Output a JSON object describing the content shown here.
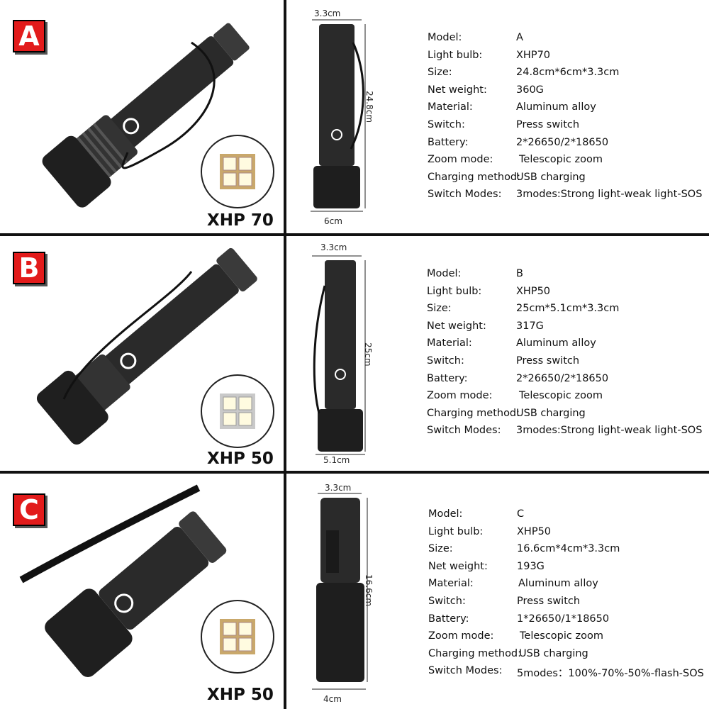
{
  "colors": {
    "badge": "#e21b1b",
    "divider": "#111111",
    "body_metal": "#2a2a2a"
  },
  "products": [
    {
      "badge": "A",
      "bulb_label": "XHP 70",
      "dim_top": "3.3cm",
      "dim_side": "24.8cm",
      "dim_bottom": "6cm",
      "specs": [
        {
          "key": "Model:",
          "value": "A"
        },
        {
          "key": "Light bulb:",
          "value": "XHP70"
        },
        {
          "key": "Size:",
          "value": "24.8cm*6cm*3.3cm"
        },
        {
          "key": "Net weight:",
          "value": "360G"
        },
        {
          "key": "Material:",
          "value": "Aluminum alloy"
        },
        {
          "key": "Switch:",
          "value": "Press switch"
        },
        {
          "key": "Battery:",
          "value": "2*26650/2*18650"
        },
        {
          "key": "Zoom mode:",
          "value": "Telescopic zoom"
        },
        {
          "key": "Charging method:",
          "value": "USB charging"
        },
        {
          "key": "Switch Modes:",
          "value": "3modes:Strong light-weak light-SOS"
        }
      ]
    },
    {
      "badge": "B",
      "bulb_label": "XHP 50",
      "dim_top": "3.3cm",
      "dim_side": "25cm",
      "dim_bottom": "5.1cm",
      "specs": [
        {
          "key": "Model:",
          "value": "B"
        },
        {
          "key": "Light bulb:",
          "value": "XHP50"
        },
        {
          "key": "Size:",
          "value": "25cm*5.1cm*3.3cm"
        },
        {
          "key": "Net weight:",
          "value": "317G"
        },
        {
          "key": "Material:",
          "value": "Aluminum alloy"
        },
        {
          "key": "Switch:",
          "value": "Press switch"
        },
        {
          "key": "Battery:",
          "value": "2*26650/2*18650"
        },
        {
          "key": "Zoom mode:",
          "value": "Telescopic zoom"
        },
        {
          "key": "Charging method:",
          "value": "USB charging"
        },
        {
          "key": "Switch Modes:",
          "value": "3modes:Strong light-weak light-SOS"
        }
      ]
    },
    {
      "badge": "C",
      "bulb_label": "XHP 50",
      "dim_top": "3.3cm",
      "dim_side": "16.6cm",
      "dim_bottom": "4cm",
      "specs": [
        {
          "key": "Model:",
          "value": "C"
        },
        {
          "key": "Light bulb:",
          "value": "XHP50"
        },
        {
          "key": "Size:",
          "value": "16.6cm*4cm*3.3cm"
        },
        {
          "key": "Net weight:",
          "value": "193G"
        },
        {
          "key": "Material:",
          "value": "Aluminum alloy"
        },
        {
          "key": "Switch:",
          "value": "Press switch"
        },
        {
          "key": "Battery:",
          "value": "1*26650/1*18650"
        },
        {
          "key": "Zoom mode:",
          "value": "Telescopic zoom"
        },
        {
          "key": "Charging method:",
          "value": "USB charging"
        },
        {
          "key": "Switch Modes:",
          "value": "5modes：100%-70%-50%-flash-SOS"
        }
      ]
    }
  ]
}
